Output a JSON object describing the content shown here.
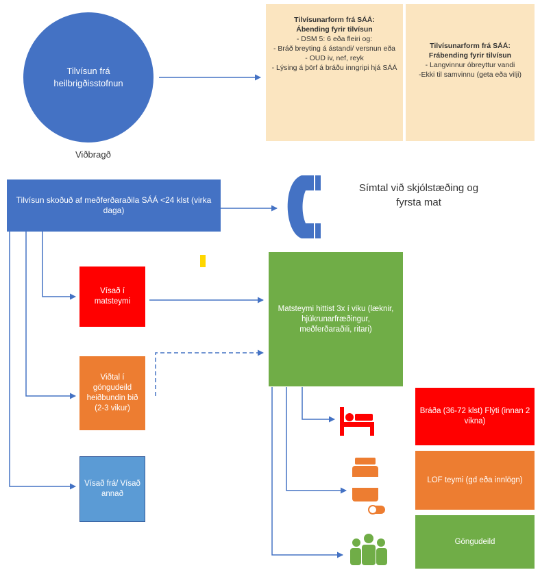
{
  "referral_source": "Tilvísun frá\nheilbrigðisstofnun",
  "indication": {
    "title1": "Tilvísunarform frá SÁÁ:",
    "title2": "Ábending fyrir tilvísun",
    "items": [
      "- DSM 5: 6 eða fleiri og:",
      "- Bráð breyting á ástandi/ versnun eða",
      "- OUD iv, nef, reyk",
      "- Lýsing á þörf á bráðu inngripi hjá SÁÁ"
    ]
  },
  "contraindication": {
    "title1": "Tilvísunarform frá SÁÁ:",
    "title2": "Frábending fyrir tilvísun",
    "items": [
      "- Langvinnur óbreyttur vandi",
      "-Ekki til samvinnu (geta eða vilji)"
    ]
  },
  "response_label": "Viðbragð",
  "review_box": "Tilvísun skoðuð af meðferðaraðila SÁÁ <24 klst (virka daga)",
  "phone_caption": "Símtal við skjólstæðing og fyrsta mat",
  "referred_team": "Vísað í matsteymi",
  "outpatient_interview": "Viðtal í göngudeild heiðbundin bið (2-3 vikur)",
  "referred_elsewhere": "Vísað frá/ Vísað annað",
  "assessment_team": "Matsteymi hittist 3x í viku (læknir, hjúkrunarfræðingur, meðferðaraðili, ritari)",
  "outcomes": [
    {
      "text": "Bráða (36-72 klst) Flýti (innan 2 vikna)",
      "icon": "hospital-bed-icon"
    },
    {
      "text": "LOF teymi (gd eða innlögn)",
      "icon": "medicine-bottle-icon"
    },
    {
      "text": "Göngudeild",
      "icon": "group-people-icon"
    }
  ],
  "colors": {
    "blue": "#4472c4",
    "red": "#ff0000",
    "orange": "#ed7d31",
    "green": "#70ad47",
    "note": "#fbe5c0",
    "accent_yellow": "#ffd700"
  }
}
